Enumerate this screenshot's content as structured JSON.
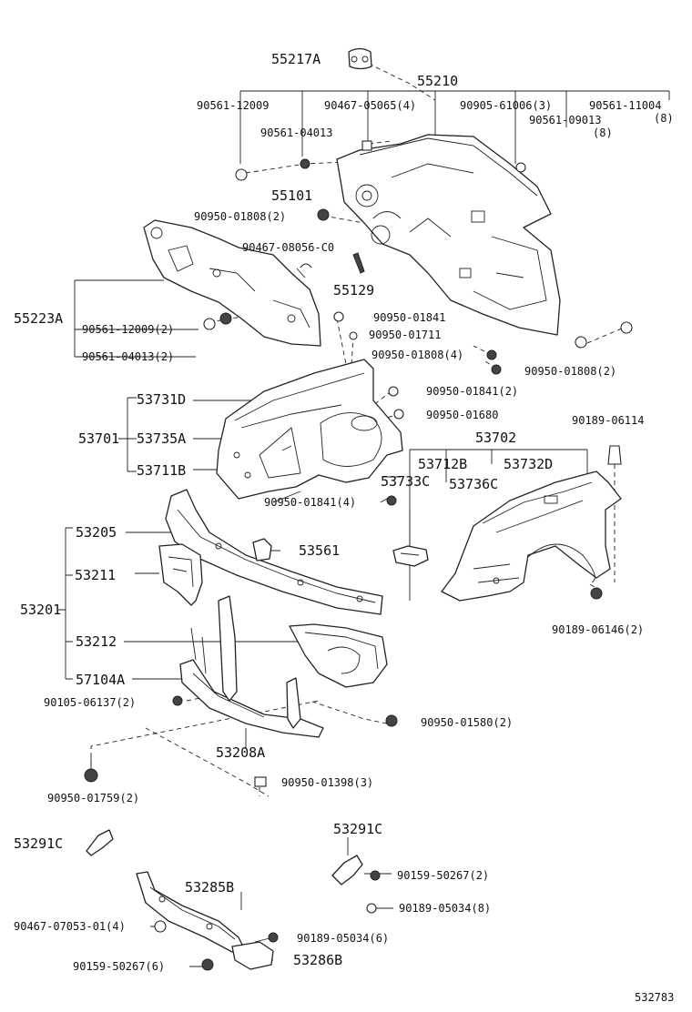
{
  "labels": [
    {
      "id": "l01",
      "text": "55217A",
      "size": "big"
    },
    {
      "id": "l02",
      "text": "55210",
      "size": "big"
    },
    {
      "id": "l03",
      "text": "90561-12009",
      "size": "sm"
    },
    {
      "id": "l04",
      "text": "90467-05065(4)",
      "size": "sm"
    },
    {
      "id": "l05",
      "text": "90905-61006(3)",
      "size": "sm"
    },
    {
      "id": "l06",
      "text": "90561-11004",
      "size": "sm"
    },
    {
      "id": "l07",
      "text": "(8)",
      "size": "sm"
    },
    {
      "id": "l08",
      "text": "90561-04013",
      "size": "sm"
    },
    {
      "id": "l09",
      "text": "90561-09013",
      "size": "sm"
    },
    {
      "id": "l10",
      "text": "(8)",
      "size": "sm"
    },
    {
      "id": "l11",
      "text": "55101",
      "size": "big"
    },
    {
      "id": "l12",
      "text": "90950-01808(2)",
      "size": "sm"
    },
    {
      "id": "l13",
      "text": "90467-08056-C0",
      "size": "sm"
    },
    {
      "id": "l14",
      "text": "55129",
      "size": "big"
    },
    {
      "id": "l15",
      "text": "55223A",
      "size": "big"
    },
    {
      "id": "l16",
      "text": "90561-12009(2)",
      "size": "sm"
    },
    {
      "id": "l17",
      "text": "90561-04013(2)",
      "size": "sm"
    },
    {
      "id": "l18",
      "text": "90950-01841",
      "size": "sm"
    },
    {
      "id": "l19",
      "text": "90950-01711",
      "size": "sm"
    },
    {
      "id": "l20",
      "text": "90950-01808(4)",
      "size": "sm"
    },
    {
      "id": "l21",
      "text": "90950-01808(2)",
      "size": "sm"
    },
    {
      "id": "l22",
      "text": "53731D",
      "size": "big"
    },
    {
      "id": "l23",
      "text": "90950-01841(2)",
      "size": "sm"
    },
    {
      "id": "l24",
      "text": "90950-01680",
      "size": "sm"
    },
    {
      "id": "l25",
      "text": "90189-06114",
      "size": "sm"
    },
    {
      "id": "l26",
      "text": "53701",
      "size": "big"
    },
    {
      "id": "l27",
      "text": "53735A",
      "size": "big"
    },
    {
      "id": "l28",
      "text": "53702",
      "size": "big"
    },
    {
      "id": "l29",
      "text": "53712B",
      "size": "big"
    },
    {
      "id": "l30",
      "text": "53732D",
      "size": "big"
    },
    {
      "id": "l31",
      "text": "53711B",
      "size": "big"
    },
    {
      "id": "l32",
      "text": "53733C",
      "size": "big"
    },
    {
      "id": "l33",
      "text": "53736C",
      "size": "big"
    },
    {
      "id": "l34",
      "text": "90950-01841(4)",
      "size": "sm"
    },
    {
      "id": "l35",
      "text": "53205",
      "size": "big"
    },
    {
      "id": "l36",
      "text": "53561",
      "size": "big"
    },
    {
      "id": "l37",
      "text": "53211",
      "size": "big"
    },
    {
      "id": "l38",
      "text": "53201",
      "size": "big"
    },
    {
      "id": "l39",
      "text": "90189-06146(2)",
      "size": "sm"
    },
    {
      "id": "l40",
      "text": "53212",
      "size": "big"
    },
    {
      "id": "l41",
      "text": "57104A",
      "size": "big"
    },
    {
      "id": "l42",
      "text": "90105-06137(2)",
      "size": "sm"
    },
    {
      "id": "l43",
      "text": "90950-01580(2)",
      "size": "sm"
    },
    {
      "id": "l44",
      "text": "53208A",
      "size": "big"
    },
    {
      "id": "l45",
      "text": "90950-01759(2)",
      "size": "sm"
    },
    {
      "id": "l46",
      "text": "90950-01398(3)",
      "size": "sm"
    },
    {
      "id": "l47",
      "text": "53291C",
      "size": "big"
    },
    {
      "id": "l48",
      "text": "53291C",
      "size": "big"
    },
    {
      "id": "l49",
      "text": "90159-50267(2)",
      "size": "sm"
    },
    {
      "id": "l50",
      "text": "53285B",
      "size": "big"
    },
    {
      "id": "l51",
      "text": "90189-05034(8)",
      "size": "sm"
    },
    {
      "id": "l52",
      "text": "90467-07053-01(4)",
      "size": "sm"
    },
    {
      "id": "l53",
      "text": "90189-05034(6)",
      "size": "sm"
    },
    {
      "id": "l54",
      "text": "90159-50267(6)",
      "size": "sm"
    },
    {
      "id": "l55",
      "text": "53286B",
      "size": "big"
    },
    {
      "id": "l56",
      "text": "532783",
      "size": "sm"
    }
  ]
}
